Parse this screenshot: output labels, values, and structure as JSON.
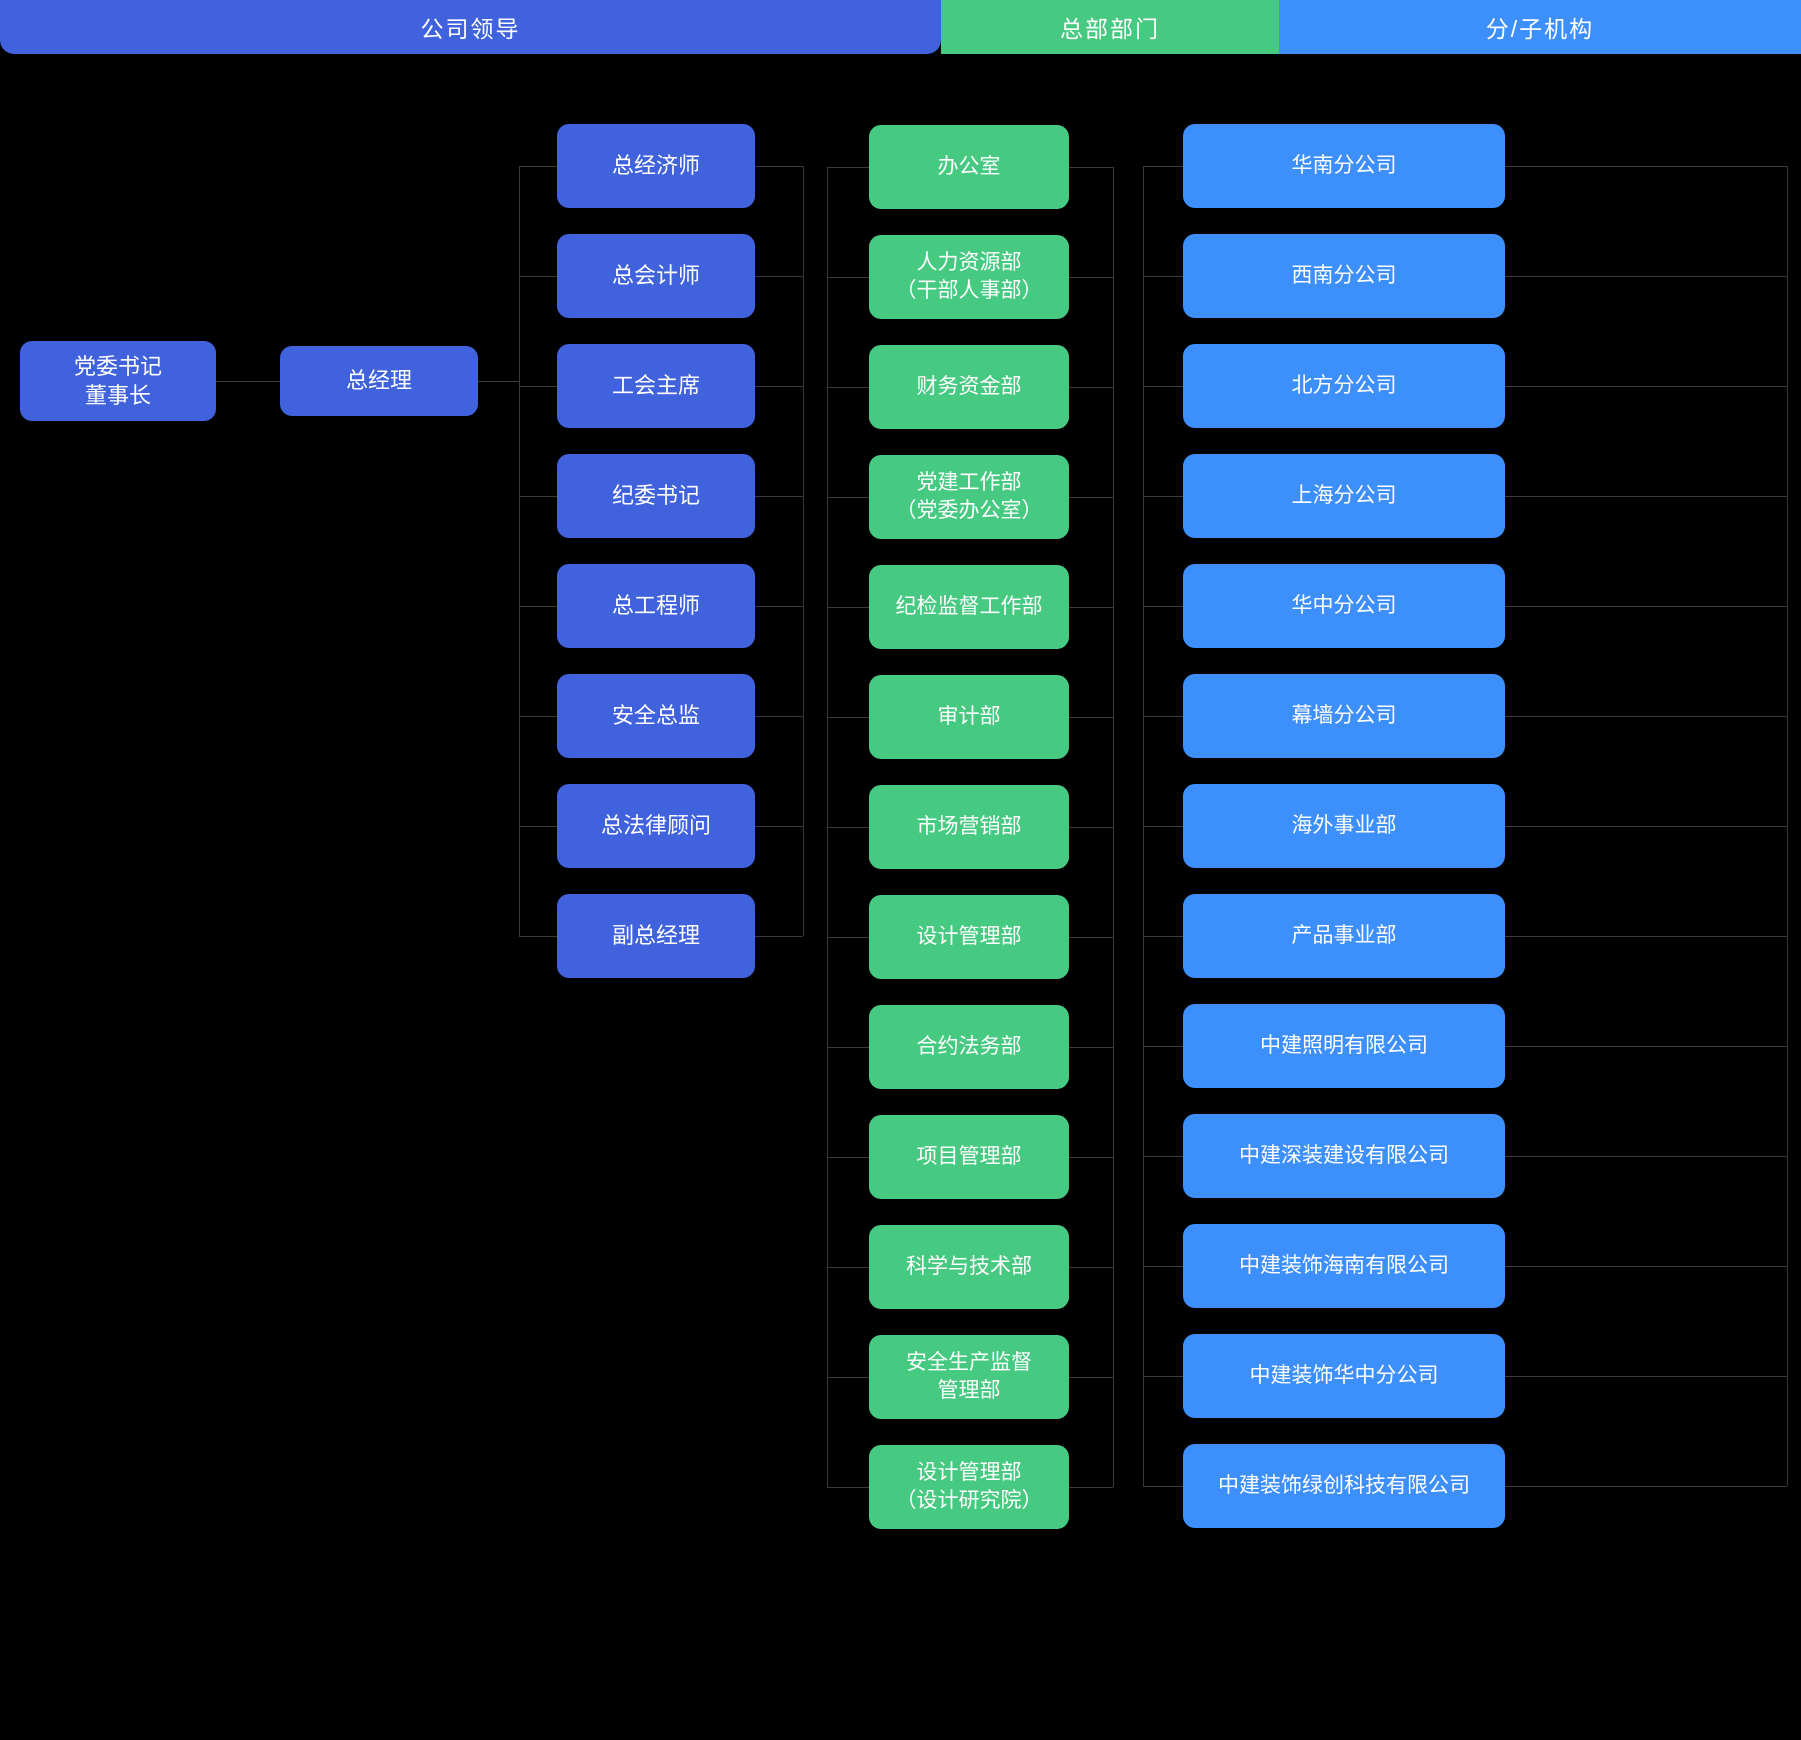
{
  "header": {
    "columns": [
      {
        "label": "公司领导",
        "color": "#4063dd"
      },
      {
        "label": "总部部门",
        "color": "#46c980"
      },
      {
        "label": "分/子机构",
        "color": "#3d90fb"
      }
    ]
  },
  "chart_data": {
    "type": "tree",
    "title": "公司组织架构图",
    "colors": {
      "leaders": "#4063dd",
      "headquarters": "#46c980",
      "branches": "#3d90fb",
      "background": "#000000",
      "connector": "#3a3a3a",
      "text": "#ffffff"
    },
    "root": {
      "label": "党委书记\n董事长"
    },
    "level1": {
      "label": "总经理"
    },
    "leaders": [
      {
        "label": "总经济师"
      },
      {
        "label": "总会计师"
      },
      {
        "label": "工会主席"
      },
      {
        "label": "纪委书记"
      },
      {
        "label": "总工程师"
      },
      {
        "label": "安全总监"
      },
      {
        "label": "总法律顾问"
      },
      {
        "label": "副总经理"
      }
    ],
    "headquarters": [
      {
        "label": "办公室"
      },
      {
        "label": "人力资源部\n（干部人事部）"
      },
      {
        "label": "财务资金部"
      },
      {
        "label": "党建工作部\n（党委办公室）"
      },
      {
        "label": "纪检监督工作部"
      },
      {
        "label": "审计部"
      },
      {
        "label": "市场营销部"
      },
      {
        "label": "设计管理部"
      },
      {
        "label": "合约法务部"
      },
      {
        "label": "项目管理部"
      },
      {
        "label": "科学与技术部"
      },
      {
        "label": "安全生产监督\n管理部"
      },
      {
        "label": "设计管理部\n（设计研究院）"
      }
    ],
    "branches": [
      {
        "label": "华南分公司"
      },
      {
        "label": "西南分公司"
      },
      {
        "label": "北方分公司"
      },
      {
        "label": "上海分公司"
      },
      {
        "label": "华中分公司"
      },
      {
        "label": "幕墙分公司"
      },
      {
        "label": "海外事业部"
      },
      {
        "label": "产品事业部"
      },
      {
        "label": "中建照明有限公司"
      },
      {
        "label": "中建深装建设有限公司"
      },
      {
        "label": "中建装饰海南有限公司"
      },
      {
        "label": "中建装饰华中分公司"
      },
      {
        "label": "中建装饰绿创科技有限公司"
      }
    ]
  }
}
